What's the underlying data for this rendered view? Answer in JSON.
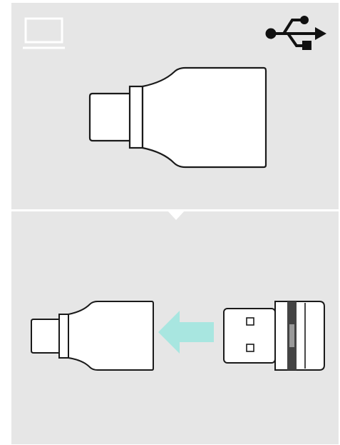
{
  "steps": [
    {
      "id": "step-1",
      "icons": [
        "laptop-icon",
        "usb-icon"
      ],
      "objects": [
        "usb-c-adapter"
      ]
    },
    {
      "id": "step-2",
      "objects": [
        "usb-c-adapter",
        "insert-arrow-icon",
        "usb-dongle"
      ]
    }
  ],
  "colors": {
    "panel_background": "#e6e6e6",
    "icon_white": "#ffffff",
    "line_dark": "#1a1a1a",
    "arrow_accent": "#a8e6e0",
    "dongle_band": "#444444"
  }
}
